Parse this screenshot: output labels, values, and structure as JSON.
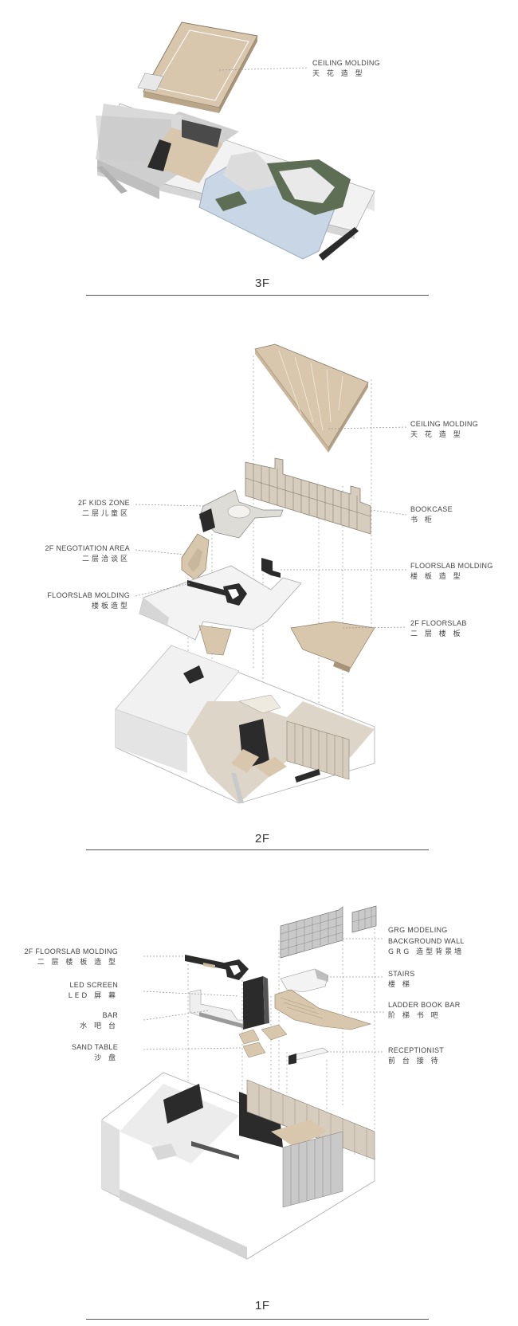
{
  "sections": {
    "f3": {
      "title": "3F",
      "labels": [
        {
          "en": "CEILING MOLDING",
          "zh": "天 花 造 型"
        }
      ]
    },
    "f2": {
      "title": "2F",
      "labels_right": [
        {
          "en": "CEILING MOLDING",
          "zh": "天 花 造 型"
        },
        {
          "en": "BOOKCASE",
          "zh": "书 柜"
        },
        {
          "en": "FLOORSLAB MOLDING",
          "zh": "楼 板 造 型"
        },
        {
          "en": "2F FLOORSLAB",
          "zh": "二 层 楼 板"
        }
      ],
      "labels_left": [
        {
          "en": "2F KIDS ZONE",
          "zh": "二层儿童区"
        },
        {
          "en": "2F NEGOTIATION AREA",
          "zh": "二层洽谈区"
        },
        {
          "en": "FLOORSLAB MOLDING",
          "zh": "楼板造型"
        }
      ]
    },
    "f1": {
      "title": "1F",
      "labels_right": [
        {
          "en": "GRG MODELING",
          "en2": "BACKGROUND WALL",
          "zh": "GRG 造型背景墙"
        },
        {
          "en": "STAIRS",
          "zh": "楼 梯"
        },
        {
          "en": "LADDER BOOK BAR",
          "zh": "阶 梯 书 吧"
        },
        {
          "en": "RECEPTIONIST",
          "zh": "前 台 接 待"
        }
      ],
      "labels_left": [
        {
          "en": "2F FLOORSLAB MOLDING",
          "zh": "二 层 楼 板 造 型"
        },
        {
          "en": "LED SCREEN",
          "zh": "LED 屏 幕"
        },
        {
          "en": "BAR",
          "zh": "水 吧 台"
        },
        {
          "en": "SAND TABLE",
          "zh": "沙 盘"
        }
      ]
    }
  },
  "colors": {
    "wood": "#d8c7ad",
    "wood_dark": "#b9a587",
    "gray_light": "#efefef",
    "gray_mid": "#d8d8d8",
    "gray_dark": "#9a9a9a",
    "black": "#2b2b2b",
    "water": "#c8d6e6",
    "green": "#5e6e55",
    "line": "#9a9a9a"
  }
}
